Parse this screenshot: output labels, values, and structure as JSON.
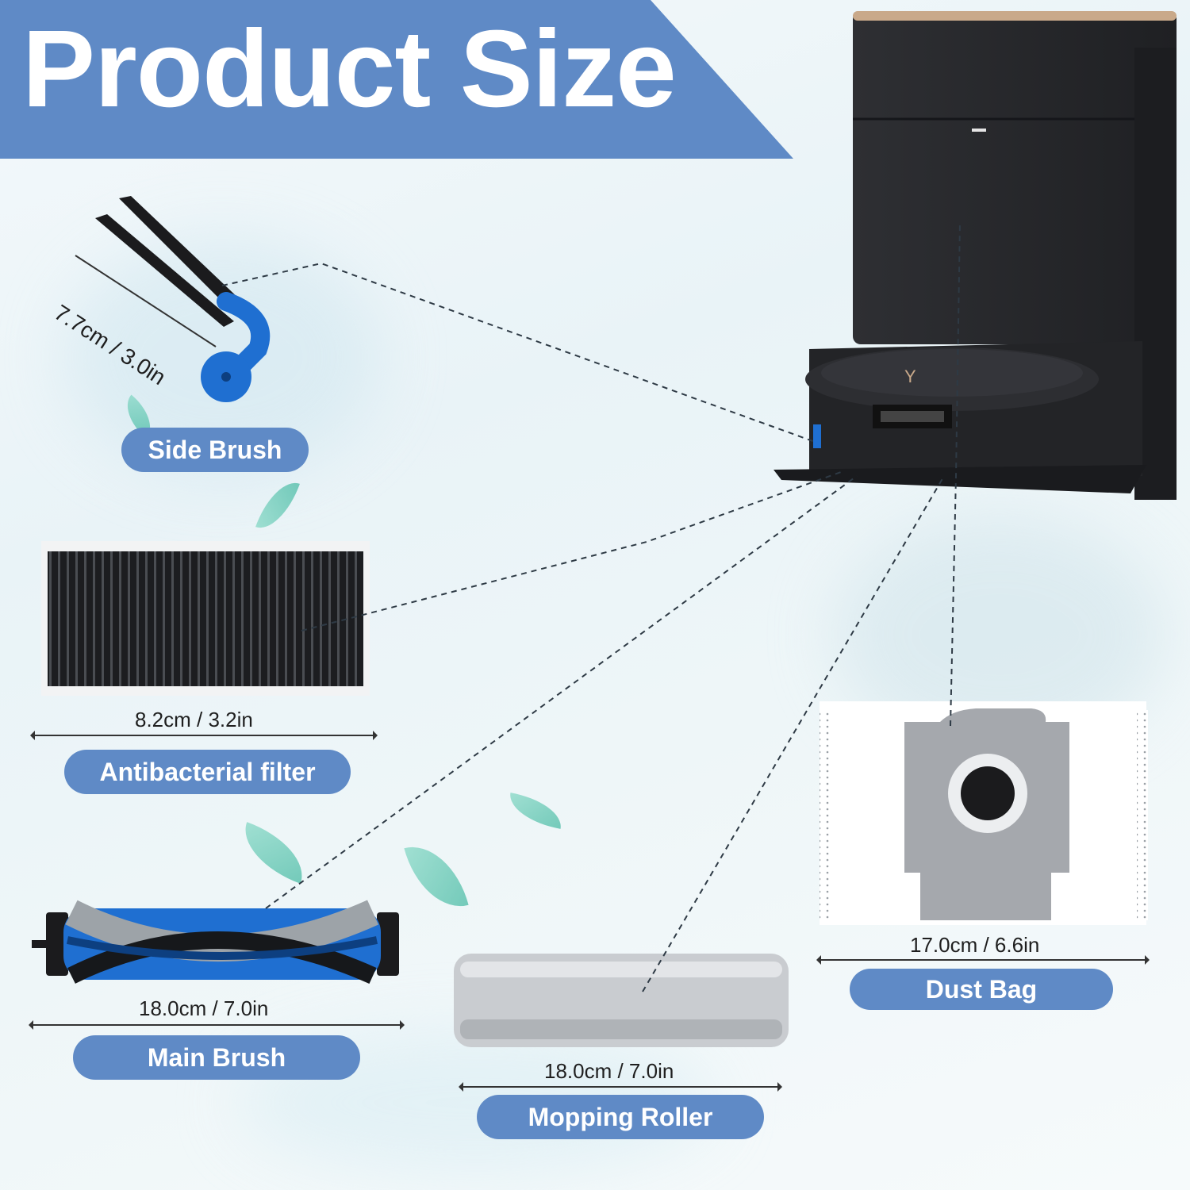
{
  "title": "Product Size",
  "items": [
    {
      "name": "Side Brush",
      "size": "7.7cm / 3.0in"
    },
    {
      "name": "Antibacterial filter",
      "size": "8.2cm / 3.2in"
    },
    {
      "name": "Main Brush",
      "size": "18.0cm / 7.0in"
    },
    {
      "name": "Mopping Roller",
      "size": "18.0cm / 7.0in"
    },
    {
      "name": "Dust Bag",
      "size": "17.0cm / 6.6in"
    }
  ],
  "colors": {
    "accent": "#5f8ac6",
    "brush_blue": "#1f6fd1",
    "station": "#2a2b2e"
  }
}
